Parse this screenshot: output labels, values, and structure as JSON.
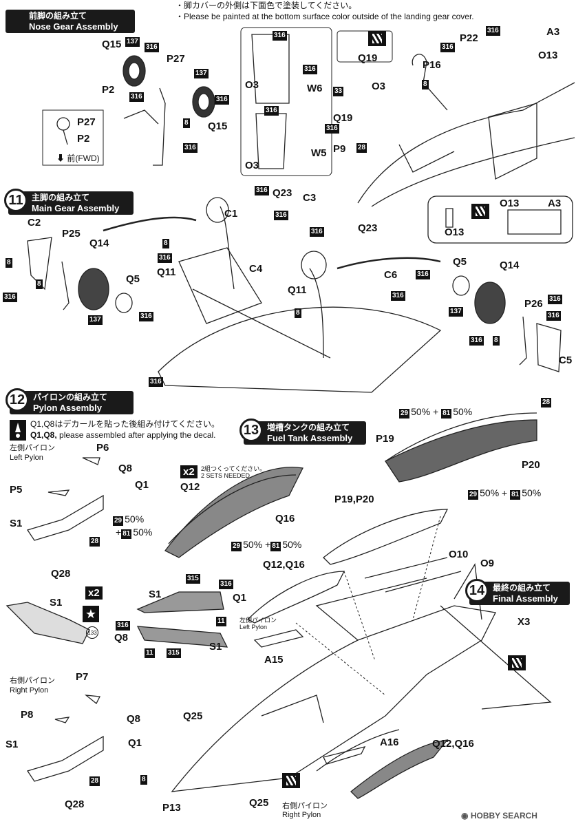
{
  "notes": {
    "line1": "・脚カバーの外側は下面色で塗装してください。",
    "line2": "・Please be painted at the bottom surface color outside of the landing gear cover."
  },
  "steps": {
    "s10": {
      "jp": "前脚の組み立て",
      "en": "Nose Gear Assembly"
    },
    "s11": {
      "num": "11",
      "jp": "主脚の組み立て",
      "en": "Main Gear Assembly"
    },
    "s12": {
      "num": "12",
      "jp": "パイロンの組み立て",
      "en": "Pylon Assembly"
    },
    "s13": {
      "num": "13",
      "jp": "増槽タンクの組み立て",
      "en": "Fuel Tank Assembly"
    },
    "s14": {
      "num": "14",
      "jp": "最終の組み立て",
      "en": "Final Assembly"
    }
  },
  "decal_note": {
    "jp": "Q1,Q8はデカールを貼った後組み付けてください。",
    "en_parts": "Q1,Q8,",
    "en_rest": " please assembled after applying the decal."
  },
  "fwd_label": "前(FWD)",
  "two_sets": {
    "badge": "x2",
    "jp": "2組つくってください。",
    "en": "2 SETS NEEDED"
  },
  "pylon_labels": {
    "left_jp": "左側パイロン",
    "left_en": "Left Pylon",
    "right_jp": "右側パイロン",
    "right_en": "Right Pylon"
  },
  "decal_number": "133",
  "mix_labels": {
    "c29": "29",
    "c81": "81",
    "p50a": "50% +",
    "p50b": "50%",
    "p50c": "50%",
    "plus81": "+",
    "p50d": "50%"
  },
  "parts": {
    "Q15a": "Q15",
    "Q15b": "Q15",
    "P27": "P27",
    "P2": "P2",
    "P27i": "P27",
    "P2i": "P2",
    "O3a": "O3",
    "W6": "W6",
    "O3b": "O3",
    "W5": "W5",
    "O3c": "O3",
    "Q19a": "Q19",
    "Q19b": "Q19",
    "P9": "P9",
    "P22": "P22",
    "A3": "A3",
    "O13": "O13",
    "P16": "P16",
    "O13i": "O13",
    "O13j": "O13",
    "A3i": "A3",
    "C2": "C2",
    "P25": "P25",
    "Q14a": "Q14",
    "Q5a": "Q5",
    "C1": "C1",
    "Q23a": "Q23",
    "C3": "C3",
    "Q23b": "Q23",
    "Q11a": "Q11",
    "C4": "C4",
    "Q11b": "Q11",
    "C6": "C6",
    "Q5b": "Q5",
    "Q14b": "Q14",
    "P26": "P26",
    "C5": "C5",
    "P6": "P6",
    "Q8a": "Q8",
    "P5": "P5",
    "Q1a": "Q1",
    "S1a": "S1",
    "Q28a": "Q28",
    "Q12": "Q12",
    "Q16": "Q16",
    "P19": "P19",
    "P20": "P20",
    "P19P20": "P19,P20",
    "O10": "O10",
    "O9": "O9",
    "Q12Q16a": "Q12,Q16",
    "X3": "X3",
    "S1b": "S1",
    "S1c": "S1",
    "Q1b": "Q1",
    "Q8b": "Q8",
    "S1d": "S1",
    "P7": "P7",
    "P8": "P8",
    "Q8c": "Q8",
    "Q1c": "Q1",
    "S1e": "S1",
    "Q28b": "Q28",
    "A15": "A15",
    "Q25a": "Q25",
    "A16": "A16",
    "Q12Q16b": "Q12,Q16",
    "P13": "P13",
    "Q25b": "Q25"
  },
  "colors": {
    "c316": "316",
    "c137": "137",
    "c8": "8",
    "c33": "33",
    "c28": "28",
    "c315": "315",
    "c11": "11"
  },
  "watermark": "HOBBY SEARCH"
}
